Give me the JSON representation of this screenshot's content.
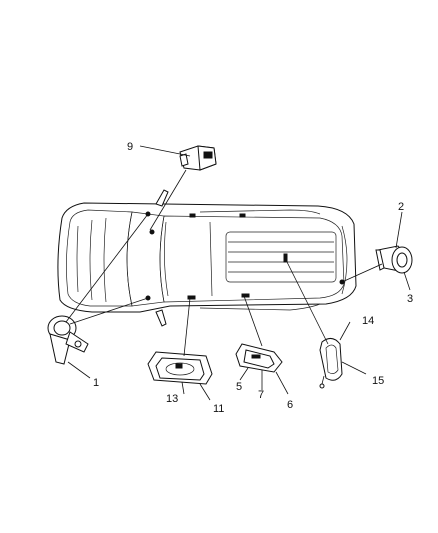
{
  "diagram": {
    "callouts": [
      {
        "id": "c1",
        "text": "1"
      },
      {
        "id": "c2",
        "text": "2"
      },
      {
        "id": "c3",
        "text": "3"
      },
      {
        "id": "c5",
        "text": "5"
      },
      {
        "id": "c6",
        "text": "6"
      },
      {
        "id": "c7",
        "text": "7"
      },
      {
        "id": "c9",
        "text": "9"
      },
      {
        "id": "c11",
        "text": "11"
      },
      {
        "id": "c13",
        "text": "13"
      },
      {
        "id": "c14",
        "text": "14"
      },
      {
        "id": "c15",
        "text": "15"
      }
    ]
  }
}
